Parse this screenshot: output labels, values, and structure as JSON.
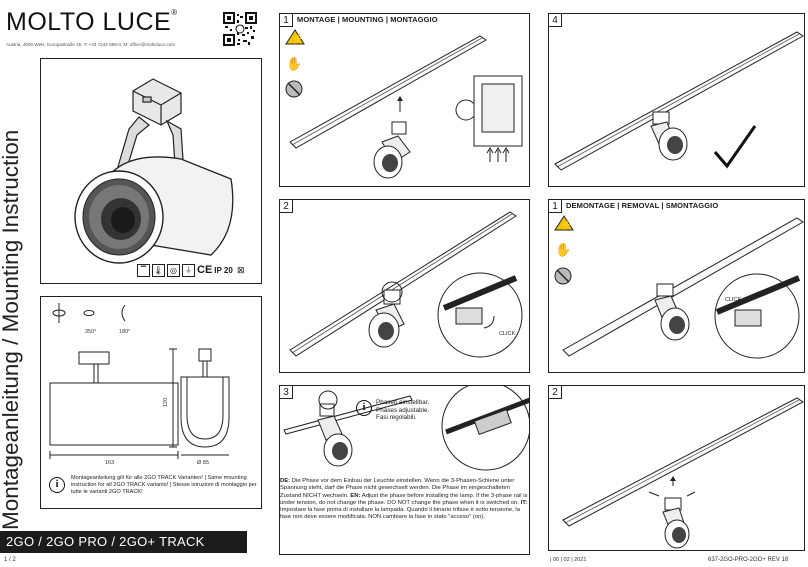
{
  "brand": {
    "name": "MOLTO LUCE",
    "registered": "®"
  },
  "address": "Austria, 4600 Wels, Europastraße 45, T: +43 7242 698-0, M: office@moltoluce.com",
  "vertical_title": "Montageanleitung / Mounting Instruction",
  "banner": "2GO / 2GO PRO / 2GO+ TRACK",
  "page_number": "1 / 2",
  "date": "| 06 | 02 | 2021",
  "revision": "637-2GO-PRO-2GO+ REV 18",
  "icons_row": {
    "ip": "IP 20"
  },
  "dimensions": {
    "rotation_1": "350°",
    "rotation_2": "180°",
    "width": "163",
    "height": "120",
    "diameter": "Ø 85"
  },
  "info_note": "Montageanleitung gilt für alle 2GO TRACK Varianten! | Same mounting instruction for all 2GO TRACK variants! | Stesse istruzioni di montaggio per tutte le varianti 2GO TRACK!",
  "steps": [
    {
      "num": "1",
      "title": "MONTAGE | MOUNTING | MONTAGGIO"
    },
    {
      "num": "2",
      "title": "",
      "click": "CLICK"
    },
    {
      "num": "3",
      "title": ""
    },
    {
      "num": "4",
      "title": ""
    },
    {
      "num": "1",
      "title": "DEMONTAGE | REMOVAL | SMONTAGGIO",
      "click": "CLICK"
    },
    {
      "num": "2",
      "title": ""
    }
  ],
  "phase_note": {
    "line1": "Phasen einstellbar.",
    "line2": "Phases adjustable.",
    "line3": "Fasi regolabili."
  },
  "description": {
    "de_label": "DE:",
    "de_text": "Die Phase vor dem Einbau der Leuchte einstellen. Wenn die 3-Phasen-Schiene unter Spannung steht, darf die Phase nicht gewechselt werden. Die Phase im eingeschalteten Zustand NICHT wechseln.",
    "en_label": "EN:",
    "en_text": "Adjust the phase before installing the lamp. If the 3-phase rail is under tension, do not change the phase. DO NOT change the phase when it is switched on.",
    "it_label": "IT:",
    "it_text": "Impostare la fase prima di installare la lampada. Quando il binario trifase è sotto tensione, la fase non deve essere modificata. NON cambiare la fase in stato \"acceso\" (on)."
  }
}
